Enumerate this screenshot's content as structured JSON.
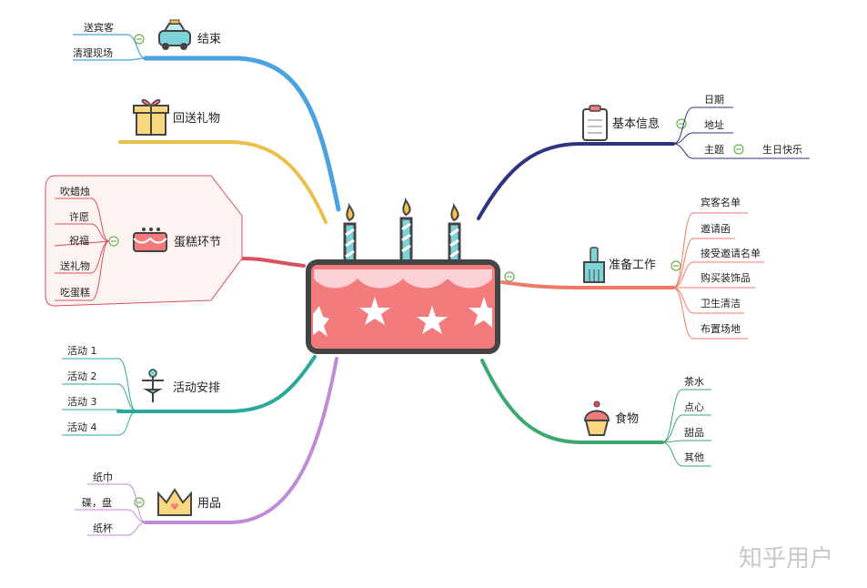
{
  "center": {
    "name": "birthday-cake"
  },
  "colors": {
    "end": "#4aa3e0",
    "gift": "#e8c04a",
    "cake": "#d9505e",
    "activity": "#2aa89a",
    "supplies": "#c08ad8",
    "basic": "#2d3580",
    "prep": "#f07a6a",
    "food": "#3aa870",
    "cake_body": "#f47b7b",
    "cake_outline": "#444444"
  },
  "branches": {
    "end": {
      "title": "结束",
      "icon": "taxi-icon",
      "children": [
        "送宾客",
        "清理现场"
      ]
    },
    "gift": {
      "title": "回送礼物",
      "icon": "gift-box-icon",
      "children": []
    },
    "cake": {
      "title": "蛋糕环节",
      "icon": "cake-icon",
      "children": [
        "吹蜡烛",
        "许愿",
        "祝福",
        "送礼物",
        "吃蛋糕"
      ]
    },
    "activity": {
      "title": "活动安排",
      "icon": "dancer-icon",
      "children": [
        "活动 1",
        "活动 2",
        "活动 3",
        "活动 4"
      ]
    },
    "supplies": {
      "title": "用品",
      "icon": "crown-icon",
      "children": [
        "纸巾",
        "碟，盘",
        "纸杯"
      ]
    },
    "basic": {
      "title": "基本信息",
      "icon": "clipboard-icon",
      "children": [
        "日期",
        "地址",
        "主题"
      ],
      "theme_child": "生日快乐"
    },
    "prep": {
      "title": "准备工作",
      "icon": "broom-icon",
      "children": [
        "宾客名单",
        "邀请函",
        "接受邀请名单",
        "购买装饰品",
        "卫生清洁",
        "布置场地"
      ]
    },
    "food": {
      "title": "食物",
      "icon": "cupcake-icon",
      "children": [
        "茶水",
        "点心",
        "甜品",
        "其他"
      ]
    }
  },
  "watermark": "知乎用户"
}
